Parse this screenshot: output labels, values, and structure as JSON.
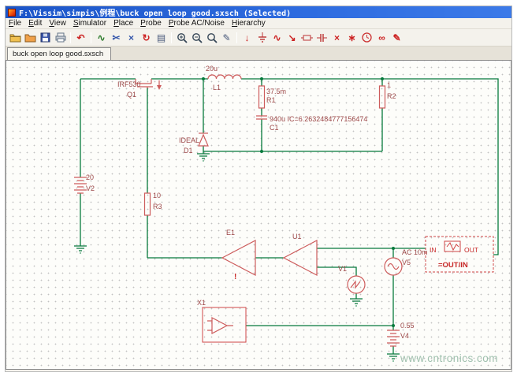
{
  "window": {
    "title": "F:\\Vissim\\simpis\\例程\\buck open loop good.sxsch (Selected)"
  },
  "menu": {
    "items": [
      "File",
      "Edit",
      "View",
      "Simulator",
      "Place",
      "Probe",
      "Probe AC/Noise",
      "Hierarchy"
    ]
  },
  "toolbar": {
    "glyphs": {
      "undo": "↶",
      "waveform": "∿",
      "cut": "✂",
      "delete": "×",
      "rotate": "↻",
      "pages": "▤",
      "pencil": "✎",
      "down_arrow": "↓",
      "sine": "∿",
      "arrow": "↘",
      "x_red": "×",
      "asterisk": "∗",
      "infinity": "∞",
      "pencil_red": "✎"
    }
  },
  "tab": {
    "label": "buck open loop good.sxsch"
  },
  "schematic": {
    "q1": {
      "ref": "Q1",
      "value": "IRF530"
    },
    "l1": {
      "ref": "L1",
      "value": "20u"
    },
    "r1": {
      "ref": "R1",
      "value": "37.5m"
    },
    "c1": {
      "ref": "C1",
      "value": "940u IC=6.2632484777156474"
    },
    "r2": {
      "ref": "R2",
      "value": "1"
    },
    "d1": {
      "ref": "D1",
      "value": "IDEAL"
    },
    "v2": {
      "ref": "V2",
      "value": "20"
    },
    "r3": {
      "ref": "R3",
      "value": "10"
    },
    "e1": {
      "ref": "E1",
      "warning": "!"
    },
    "u1": {
      "ref": "U1"
    },
    "v1": {
      "ref": "V1"
    },
    "v5": {
      "ref": "V5",
      "value": "AC 10m"
    },
    "v4": {
      "ref": "V4",
      "value": "0.55"
    },
    "x1": {
      "ref": "X1"
    },
    "probe": {
      "in_label": "IN",
      "out_label": "OUT",
      "expr": "=OUT/IN"
    },
    "watermark": "www.cntronics.com"
  }
}
